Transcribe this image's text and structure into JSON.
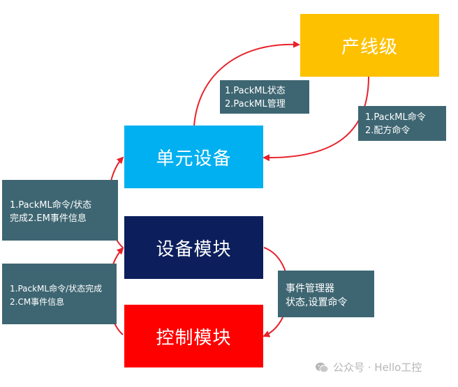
{
  "boxes": {
    "line_level": {
      "label": "产线级",
      "color": "#fec100"
    },
    "unit": {
      "label": "单元设备",
      "color": "#00b0f0"
    },
    "equipment_module": {
      "label": "设备模块",
      "color": "#0c1f5c"
    },
    "control_module": {
      "label": "控制模块",
      "color": "#ff0000"
    }
  },
  "notes": {
    "unit_to_line": [
      "1.PackML状态",
      "2.PackML管理"
    ],
    "line_to_unit": [
      "1.PackML命令",
      "2.配方命令"
    ],
    "em_to_unit": [
      "1.PackML命令/状态",
      "完成2.EM事件信息"
    ],
    "cm_to_em": [
      "1.PackML命令/状态完成",
      "2.CM事件信息"
    ],
    "em_to_cm": [
      "事件管理器",
      "状态,设置命令"
    ]
  },
  "colors": {
    "note_bg": "#3e6672",
    "arrow": "#e8202a"
  },
  "watermark": {
    "icon": "wechat-icon",
    "text": "公众号 · Hello工控"
  }
}
